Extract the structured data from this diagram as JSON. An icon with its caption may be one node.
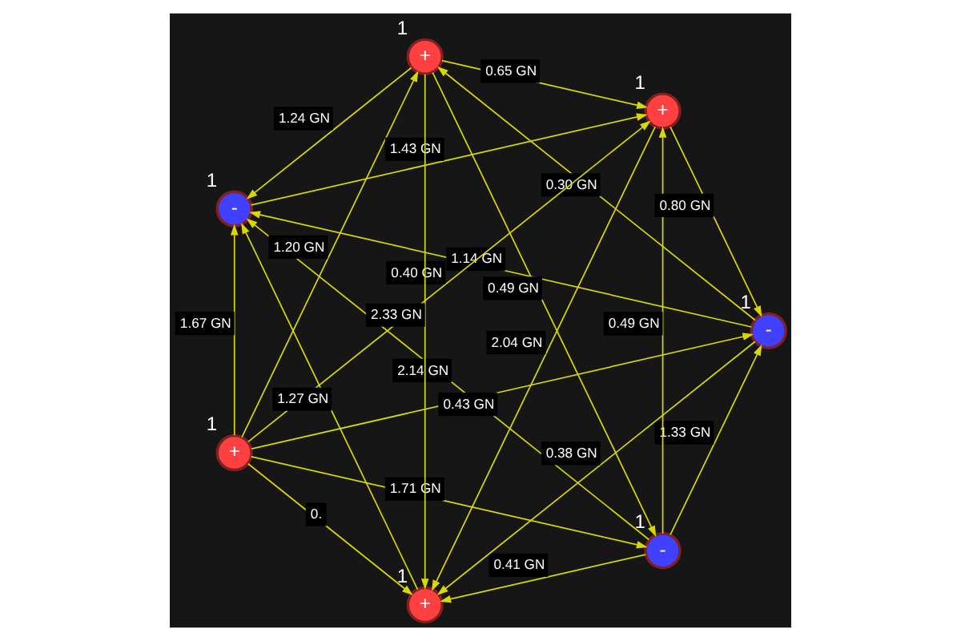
{
  "diagram": {
    "nodes": [
      {
        "text": [
          "-"
        ],
        "beside": [
          "1"
        ]
      },
      {
        "text": [
          "-"
        ],
        "beside": [
          "1"
        ]
      },
      {
        "text": [
          "+"
        ],
        "beside": [
          "1"
        ]
      },
      {
        "text": [
          "-"
        ],
        "beside": [
          "1"
        ]
      },
      {
        "text": [
          "+"
        ],
        "beside": [
          "1"
        ]
      },
      {
        "text": [
          "+"
        ],
        "beside": [
          "1"
        ]
      },
      {
        "text": [
          "+"
        ],
        "beside": [
          "1"
        ]
      }
    ],
    "edges": [
      {
        "from": 2,
        "to": 0,
        "arrow": "to",
        "label": "1.71 GN"
      },
      {
        "from": 2,
        "to": 1,
        "arrow": "to",
        "label": "0.43 GN"
      },
      {
        "from": 0,
        "to": 1,
        "arrow": "to",
        "label": "1.33 GN"
      },
      {
        "from": 0,
        "to": 3,
        "arrow": "to",
        "label": "2.14 GN"
      },
      {
        "from": 2,
        "to": 3,
        "arrow": "to",
        "label": "1.67 GN"
      },
      {
        "from": 1,
        "to": 3,
        "arrow": "to",
        "label": "1.14 GN"
      },
      {
        "from": 4,
        "to": 0,
        "arrow": "to",
        "label": "0.49 GN"
      },
      {
        "from": 0,
        "to": 5,
        "arrow": "to",
        "label": "0.49 GN"
      },
      {
        "from": 2,
        "to": 4,
        "arrow": "to",
        "label": "1.20 GN"
      },
      {
        "from": 0,
        "to": 6,
        "arrow": "to",
        "label": "0.41 GN"
      },
      {
        "from": 1,
        "to": 4,
        "arrow": "to",
        "label": "0.30 GN"
      },
      {
        "from": 2,
        "to": 5,
        "arrow": "to",
        "label": "0.40 GN"
      },
      {
        "from": 1,
        "to": 6,
        "arrow": "to",
        "label": "0.38 GN"
      },
      {
        "from": 2,
        "to": 6,
        "arrow": "to",
        "label": "0."
      },
      {
        "from": 4,
        "to": 3,
        "arrow": "to",
        "label": "1.24 GN"
      },
      {
        "from": 3,
        "to": 5,
        "arrow": "to",
        "label": "1.43 GN"
      },
      {
        "from": 5,
        "to": 1,
        "arrow": "to",
        "label": "0.80 GN"
      },
      {
        "from": 6,
        "to": 3,
        "arrow": "to",
        "label": "1.27 GN"
      },
      {
        "from": 4,
        "to": 5,
        "arrow": "to",
        "label": "0.65 GN"
      },
      {
        "from": 4,
        "to": 6,
        "arrow": "to",
        "label": "2.33 GN"
      },
      {
        "from": 5,
        "to": 6,
        "arrow": "to",
        "label": "2.04 GN"
      }
    ]
  }
}
